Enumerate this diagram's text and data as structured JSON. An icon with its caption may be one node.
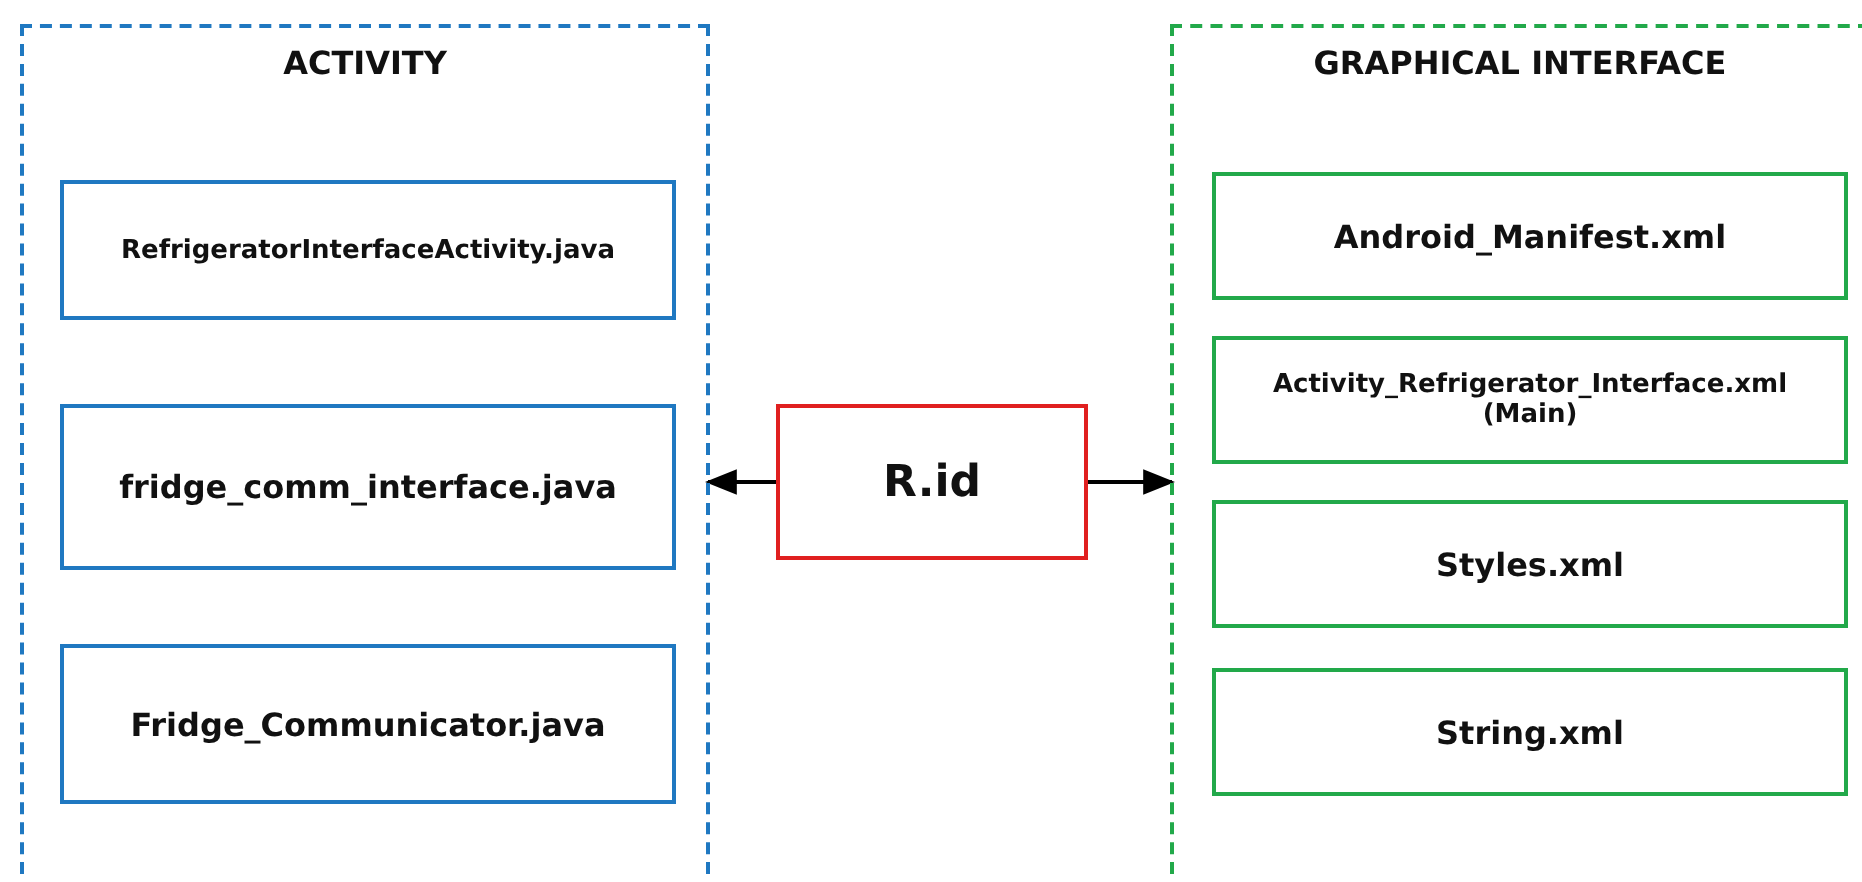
{
  "diagram": {
    "nodes": [
      {
        "text": [
          "ACTIVITY"
        ]
      },
      {
        "text": [
          "RefrigeratorInterfaceActivity.java"
        ],
        "in": 0
      },
      {
        "text": [
          "fridge_comm_interface.java"
        ],
        "in": 0
      },
      {
        "text": [
          "Fridge_Communicator.java"
        ],
        "in": 0
      },
      {
        "text": [
          "R.id"
        ]
      },
      {
        "text": [
          "GRAPHICAL INTERFACE"
        ]
      },
      {
        "text": [
          "Android_Manifest.xml"
        ],
        "in": 5
      },
      {
        "text": [
          "Activity_Refrigerator_Interface.xml (Main)"
        ],
        "in": 5
      },
      {
        "text": [
          "Styles.xml"
        ],
        "in": 5
      },
      {
        "text": [
          "String.xml"
        ],
        "in": 5
      }
    ],
    "edges": [
      {
        "from": 4,
        "to": 0,
        "arrow": "to"
      },
      {
        "from": 4,
        "to": 5,
        "arrow": "to"
      }
    ]
  }
}
